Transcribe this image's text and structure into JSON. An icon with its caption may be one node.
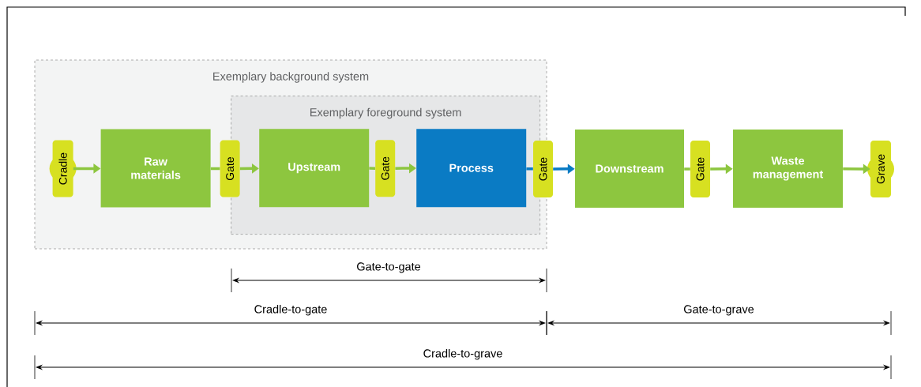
{
  "diagram": {
    "nodes": [
      {
        "text": [
          "Exemplary background system"
        ]
      },
      {
        "text": [
          "Exemplary foreground system"
        ],
        "in": 0
      },
      {
        "text": [
          "Cradle"
        ],
        "in": 0
      },
      {
        "text": [
          "Raw materials"
        ],
        "in": 0
      },
      {
        "text": [
          "Gate"
        ],
        "in": 0
      },
      {
        "text": [
          "Upstream"
        ],
        "in": 1
      },
      {
        "text": [
          "Gate"
        ],
        "in": 1
      },
      {
        "text": [
          "Process"
        ],
        "in": 1
      },
      {
        "text": [
          "Gate"
        ]
      },
      {
        "text": [
          "Downstream"
        ]
      },
      {
        "text": [
          "Gate"
        ]
      },
      {
        "text": [
          "Waste management"
        ]
      },
      {
        "text": [
          "Grave"
        ]
      }
    ],
    "edges": [
      {
        "from": 2,
        "to": 3,
        "arrow": "to"
      },
      {
        "from": 3,
        "to": 4,
        "arrow": "none"
      },
      {
        "from": 4,
        "to": 5,
        "arrow": "to"
      },
      {
        "from": 5,
        "to": 6,
        "arrow": "none"
      },
      {
        "from": 6,
        "to": 7,
        "arrow": "to"
      },
      {
        "from": 7,
        "to": 8,
        "arrow": "none",
        "color": "#0a7bc4"
      },
      {
        "from": 8,
        "to": 9,
        "arrow": "to",
        "color": "#0a7bc4"
      },
      {
        "from": 9,
        "to": 10,
        "arrow": "none"
      },
      {
        "from": 10,
        "to": 11,
        "arrow": "to"
      },
      {
        "from": 11,
        "to": 12,
        "arrow": "to"
      }
    ],
    "labels": [
      "Gate-to-gate",
      "Cradle-to-gate",
      "Gate-to-grave",
      "Cradle-to-grave"
    ]
  }
}
